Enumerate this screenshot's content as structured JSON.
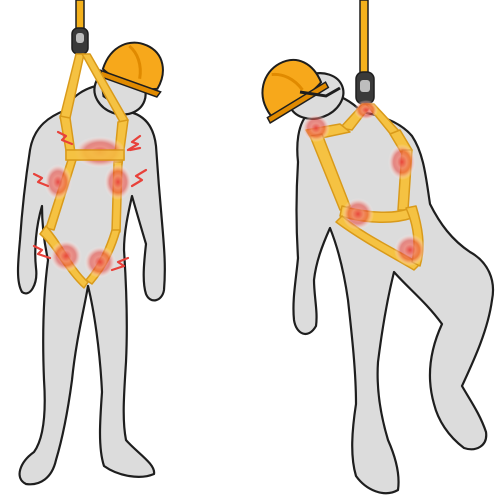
{
  "illustration": {
    "panels": [
      {
        "id": "front",
        "pressure_points": [
          "chest",
          "left-flank",
          "right-flank",
          "left-groin",
          "right-groin"
        ]
      },
      {
        "id": "side",
        "pressure_points": [
          "shoulder",
          "chest",
          "hip",
          "groin"
        ]
      }
    ],
    "colors": {
      "body": "#dcdcdc",
      "outline": "#1e1e1e",
      "strap": "#f5c242",
      "strap_edge": "#d99a1a",
      "helmet": "#f7a81b",
      "helmet_dark": "#e08a00",
      "rope": "#f4b11c",
      "pressure": "#e8413a",
      "background": "#ffffff"
    },
    "icons": [
      "helmet-icon",
      "carabiner-icon",
      "rope-icon",
      "harness-icon",
      "pain-spark-icon",
      "pressure-ring-icon"
    ]
  }
}
